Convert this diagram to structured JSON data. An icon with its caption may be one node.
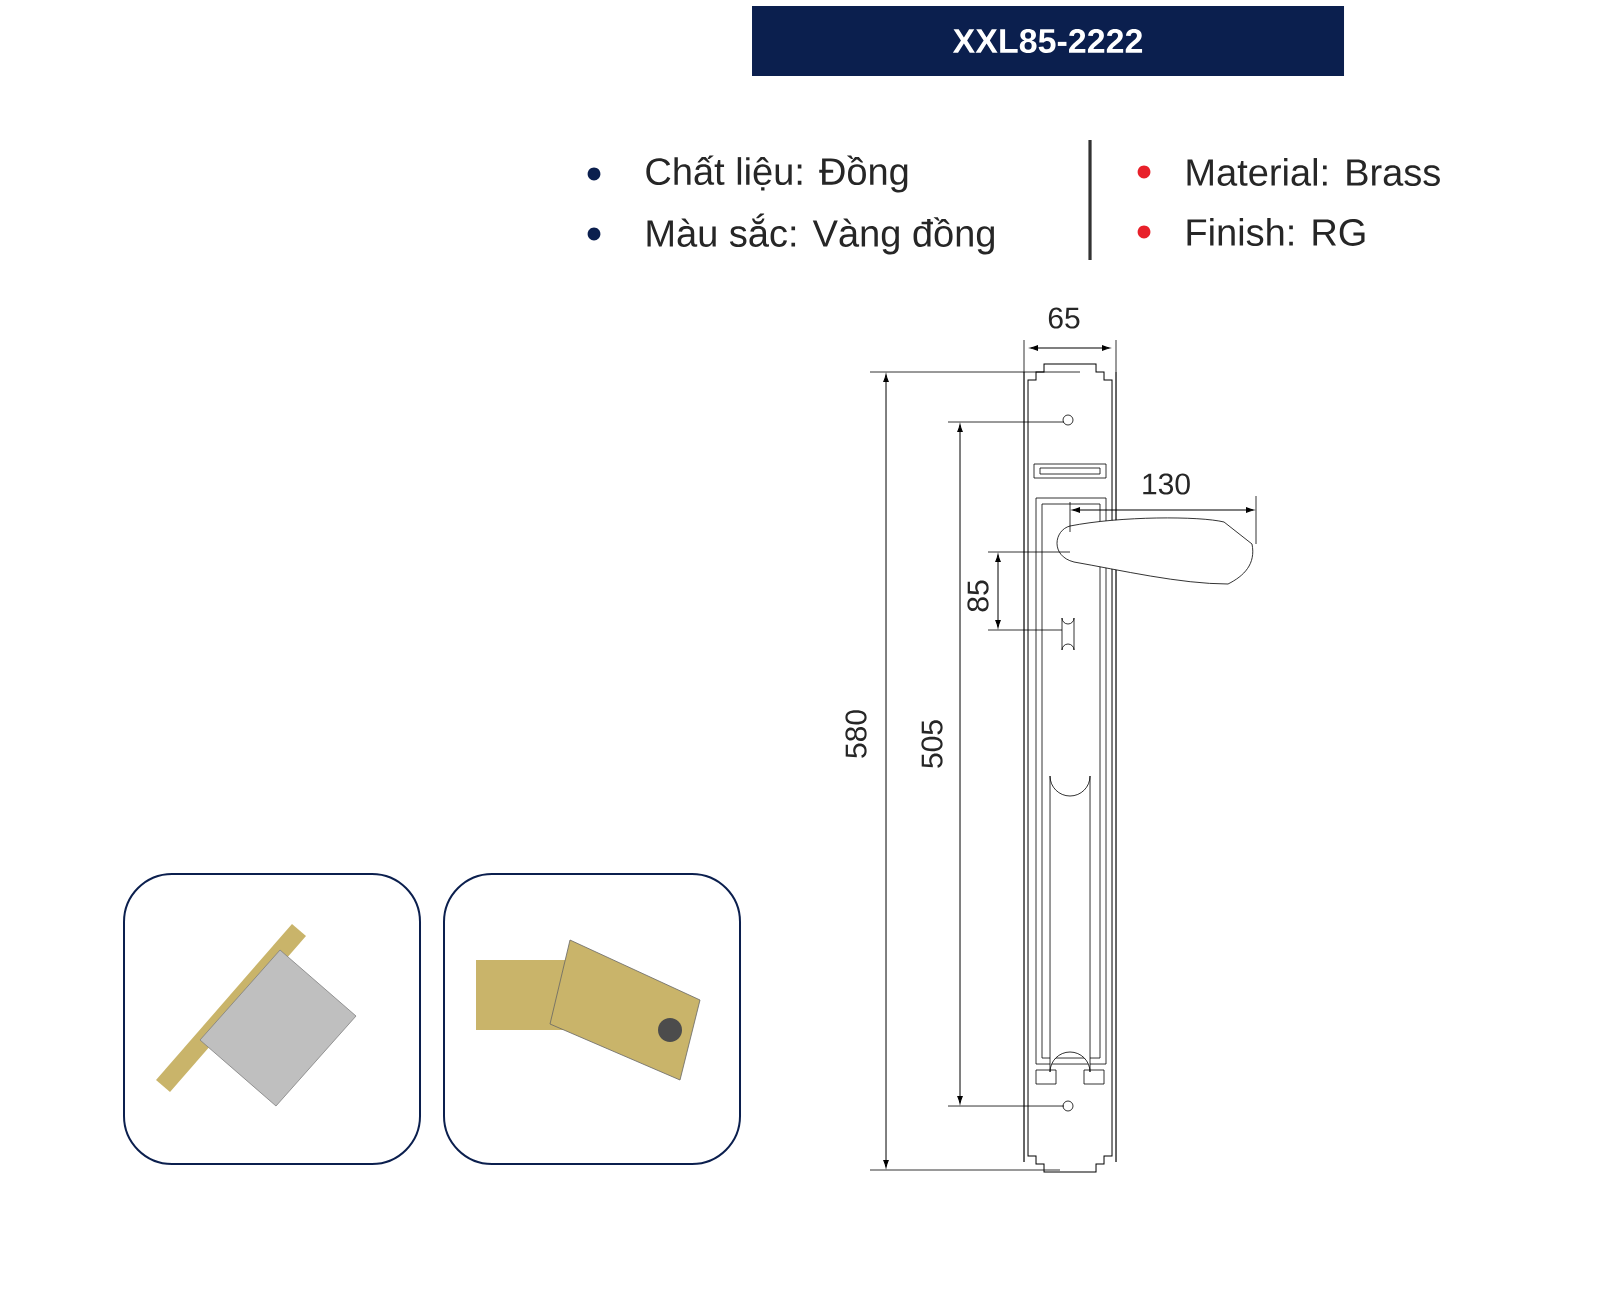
{
  "diagram": {
    "title": "XXL85-2222",
    "labels": [
      "Chất liệu: Đồng",
      "Màu sắc: Vàng đồng",
      "Material: Brass",
      "Finish: RG",
      "65",
      "130",
      "85",
      "505",
      "580"
    ]
  }
}
